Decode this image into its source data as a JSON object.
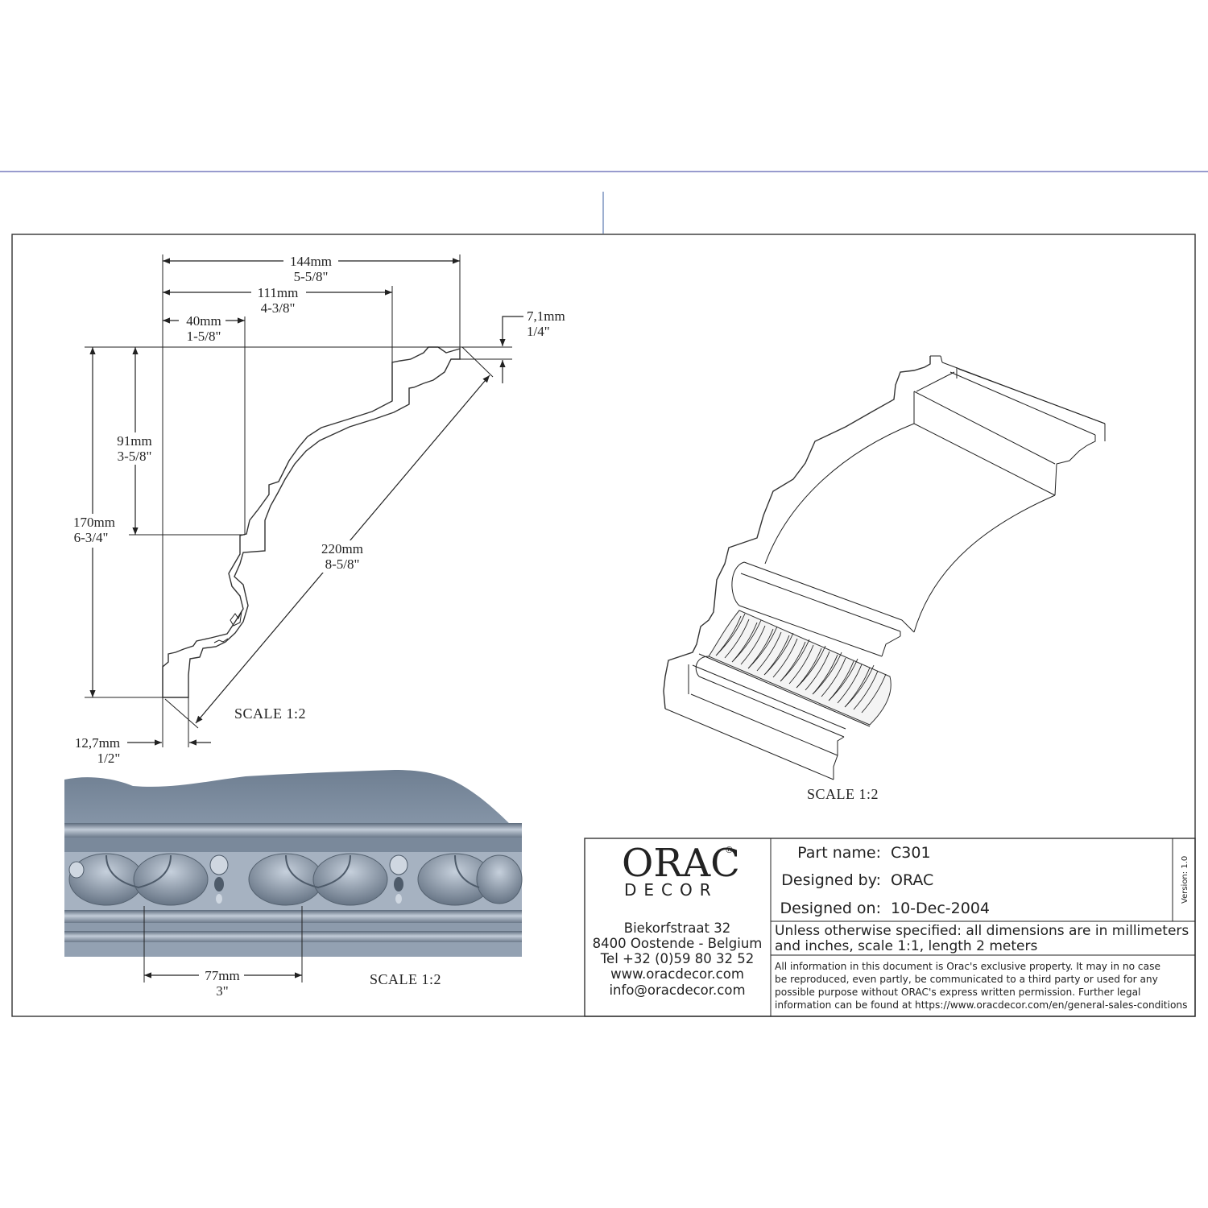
{
  "profile": {
    "dims": {
      "w144": {
        "mm": "144mm",
        "in": "5-5/8\""
      },
      "w111": {
        "mm": "111mm",
        "in": "4-3/8\""
      },
      "w40": {
        "mm": "40mm",
        "in": "1-5/8\""
      },
      "t71": {
        "mm": "7,1mm",
        "in": "1/4\""
      },
      "h91": {
        "mm": "91mm",
        "in": "3-5/8\""
      },
      "h170": {
        "mm": "170mm",
        "in": "6-3/4\""
      },
      "d220": {
        "mm": "220mm",
        "in": "8-5/8\""
      },
      "b127": {
        "mm": "12,7mm",
        "in": "1/2\""
      }
    },
    "scale_label": "SCALE  1:2"
  },
  "iso_view": {
    "scale_label": "SCALE  1:2"
  },
  "detail_view": {
    "pitch": {
      "mm": "77mm",
      "in": "3\""
    },
    "scale_label": "SCALE  1:2",
    "colors": {
      "body": "#8a9aae",
      "dark": "#5d6b7c",
      "light": "#b7c3d2"
    }
  },
  "title_block": {
    "logo": {
      "main": "ORAC",
      "registered": "®",
      "sub": "DECOR"
    },
    "address": [
      "Biekorfstraat 32",
      "8400 Oostende - Belgium",
      "Tel  +32 (0)59 80 32 52",
      "www.oracdecor.com",
      "info@oracdecor.com"
    ],
    "fields": {
      "part_name_label": "Part name:",
      "part_name": "C301",
      "designed_by_label": "Designed by:",
      "designed_by": "ORAC",
      "designed_on_label": "Designed on:",
      "designed_on": "10-Dec-2004"
    },
    "version": "Version: 1.0",
    "note": [
      "Unless otherwise specified: all dimensions are in millimeters",
      "and inches, scale 1:1, length 2 meters"
    ],
    "legal": [
      "All information in this document is Orac's exclusive property.  It may in no case",
      "be reproduced, even partly, be communicated to a third party or used for any",
      "possible purpose without ORAC's express written permission. Further legal",
      "information can be found at https://www.oracdecor.com/en/general-sales-conditions"
    ]
  }
}
